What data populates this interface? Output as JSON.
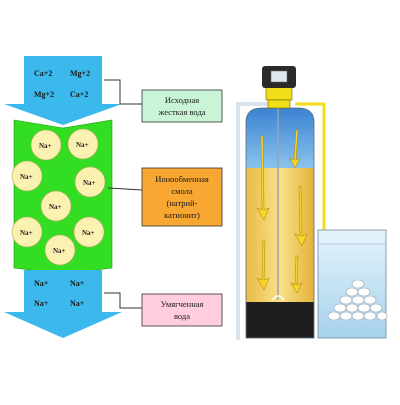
{
  "colors": {
    "hard_water": "#3cb9ec",
    "resin": "#33dd22",
    "bead": "#fbf1b0",
    "label_box_hard": "#c9f5d6",
    "label_box_resin": "#f8a733",
    "label_box_soft": "#ffcce0",
    "tank_water": "#5aa9e6",
    "tank_resin": "#f2cf6b",
    "tank_base": "#1e1e1e",
    "brine_tank": "#b9ddf0",
    "pipe": "#f2dd1a",
    "arrow": "#f6d72a"
  },
  "hard_water_ions": [
    "Ca+2",
    "Mg+2",
    "Mg+2",
    "Ca+2"
  ],
  "resin_beads": [
    "Na+",
    "Na+",
    "Na+",
    "Na+",
    "Na+",
    "Na+",
    "Na+",
    "Na+"
  ],
  "soft_water_ions": [
    "Na+",
    "Na+",
    "Na+",
    "Na+"
  ],
  "labels": {
    "hard_line1": "Исходная",
    "hard_line2": "жесткая вода",
    "resin_line1": "Ионообменная",
    "resin_line2": "смола",
    "resin_line3": "(натрий-",
    "resin_line4": "катионит)",
    "soft_line1": "Умягченная",
    "soft_line2": "вода"
  },
  "icons": {
    "control_valve": "control-valve-icon",
    "salt_pellets": "salt-pellets-icon"
  }
}
